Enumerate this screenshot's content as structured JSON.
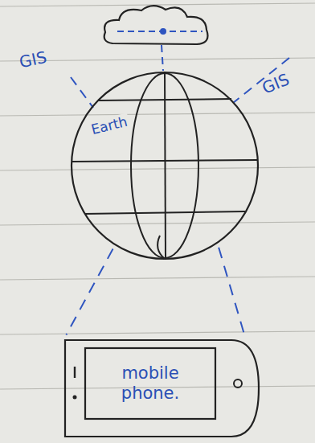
{
  "diagram": {
    "nodes": [
      {
        "text": [
          "Earth"
        ]
      },
      {
        "text": [
          "mobile phone."
        ]
      }
    ],
    "edges": [
      {
        "from": 0,
        "to": 1,
        "arrow": "none"
      },
      {
        "from": 0,
        "to": 1,
        "arrow": "none"
      }
    ],
    "labels": [
      "GIS",
      "GIS"
    ]
  }
}
